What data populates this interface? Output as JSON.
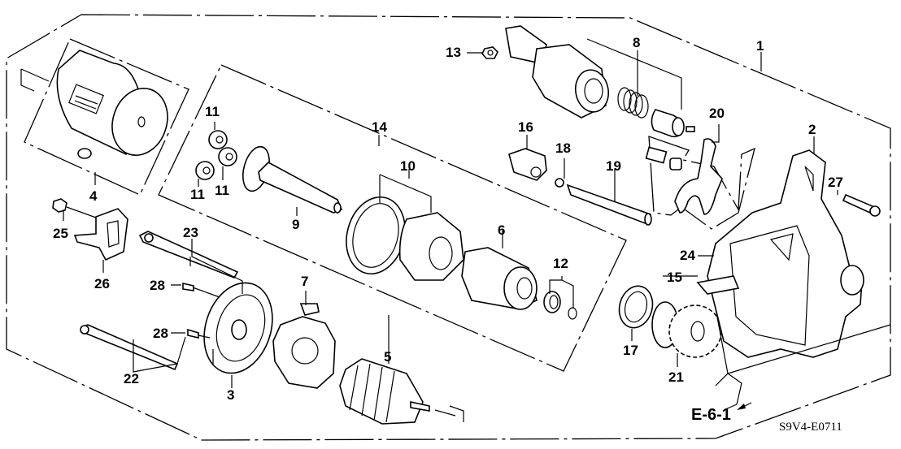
{
  "diagram": {
    "title": "Starter motor exploded parts diagram",
    "diagram_code": "S9V4-E0711",
    "reference_link": "E-6-1",
    "callouts": [
      {
        "id": "c1",
        "label": "1",
        "part": "starter-assembly"
      },
      {
        "id": "c2",
        "label": "2",
        "part": "housing"
      },
      {
        "id": "c3",
        "label": "3",
        "part": "end-cover"
      },
      {
        "id": "c4",
        "label": "4",
        "part": "yoke-assembly"
      },
      {
        "id": "c5",
        "label": "5",
        "part": "armature"
      },
      {
        "id": "c6",
        "label": "6",
        "part": "overrunning-clutch"
      },
      {
        "id": "c7",
        "label": "7",
        "part": "brush-holder"
      },
      {
        "id": "c8",
        "label": "8",
        "part": "solenoid-switch"
      },
      {
        "id": "c9",
        "label": "9",
        "part": "shaft"
      },
      {
        "id": "c10",
        "label": "10",
        "part": "internal-gear"
      },
      {
        "id": "c11a",
        "label": "11",
        "part": "planetary-gear"
      },
      {
        "id": "c11b",
        "label": "11",
        "part": "planetary-gear"
      },
      {
        "id": "c11c",
        "label": "11",
        "part": "planetary-gear"
      },
      {
        "id": "c12",
        "label": "12",
        "part": "stop-collar-set"
      },
      {
        "id": "c13",
        "label": "13",
        "part": "nut"
      },
      {
        "id": "c14",
        "label": "14",
        "part": "gear-set"
      },
      {
        "id": "c15",
        "label": "15",
        "part": "pinion-holder"
      },
      {
        "id": "c16",
        "label": "16",
        "part": "lever-holder"
      },
      {
        "id": "c17",
        "label": "17",
        "part": "washer"
      },
      {
        "id": "c18",
        "label": "18",
        "part": "nut"
      },
      {
        "id": "c19",
        "label": "19",
        "part": "pinion-shaft"
      },
      {
        "id": "c20",
        "label": "20",
        "part": "shift-lever-set"
      },
      {
        "id": "c21",
        "label": "21",
        "part": "idle-gear"
      },
      {
        "id": "c22",
        "label": "22",
        "part": "through-bolt"
      },
      {
        "id": "c23",
        "label": "23",
        "part": "stud-bolt"
      },
      {
        "id": "c24",
        "label": "24",
        "part": "gasket"
      },
      {
        "id": "c25",
        "label": "25",
        "part": "nut"
      },
      {
        "id": "c26",
        "label": "26",
        "part": "bracket"
      },
      {
        "id": "c27",
        "label": "27",
        "part": "bolt"
      },
      {
        "id": "c28a",
        "label": "28",
        "part": "screw"
      },
      {
        "id": "c28b",
        "label": "28",
        "part": "screw"
      }
    ]
  }
}
